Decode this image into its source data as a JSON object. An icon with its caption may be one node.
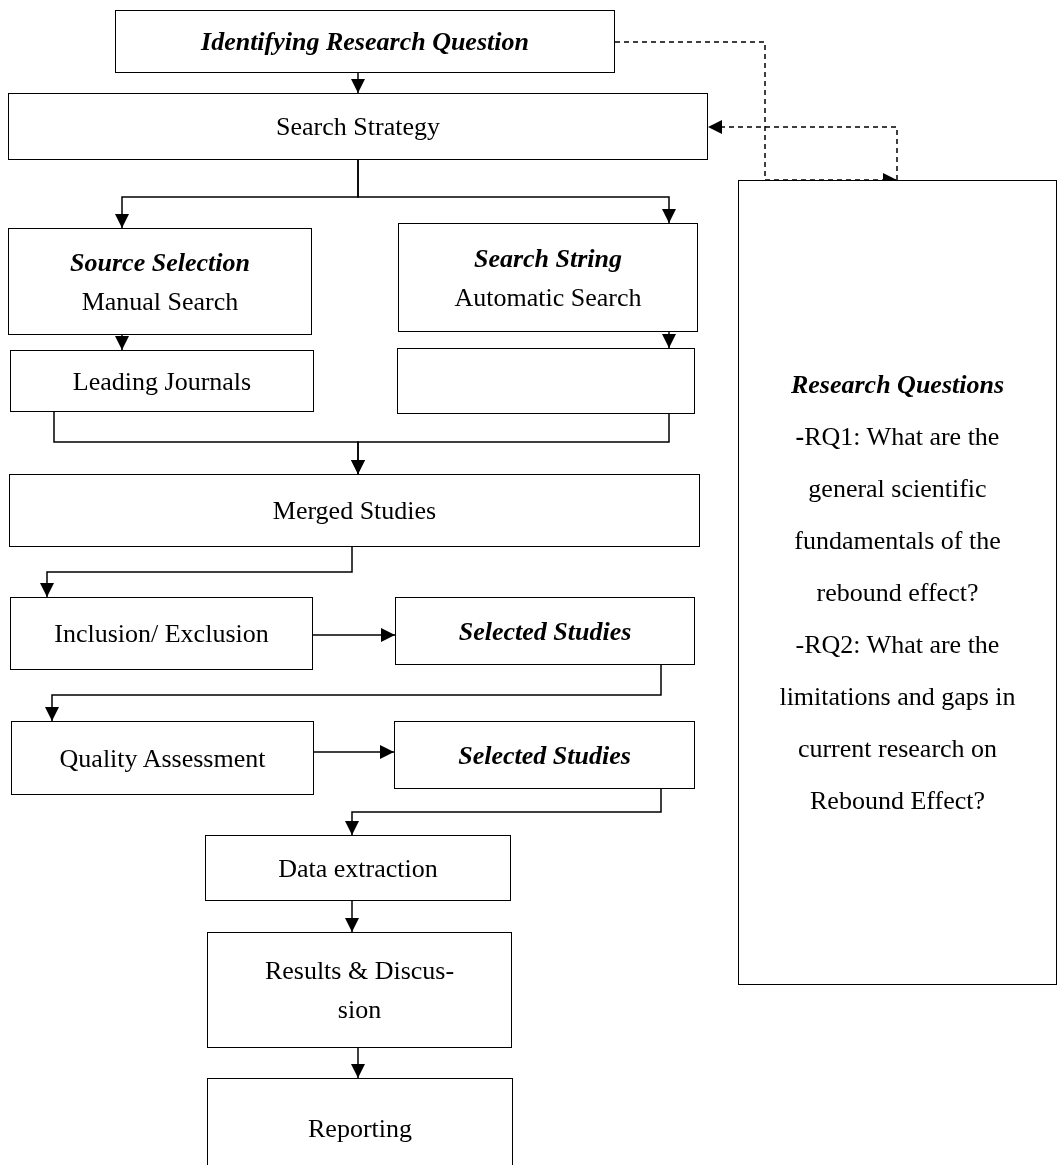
{
  "diagram": {
    "nodes": [
      {
        "text": [
          "Identifying Research Question"
        ]
      },
      {
        "text": [
          "Search Strategy"
        ]
      },
      {
        "text": [
          "Source Selection",
          "Manual Search"
        ]
      },
      {
        "text": [
          "Search String",
          "Automatic Search"
        ]
      },
      {
        "text": [
          "Leading Journals"
        ]
      },
      {
        "text": [],
        "shape": "box"
      },
      {
        "text": [
          "Merged Studies"
        ]
      },
      {
        "text": [
          "Inclusion/ Exclusion"
        ]
      },
      {
        "text": [
          "Selected Studies"
        ]
      },
      {
        "text": [
          "Quality Assessment"
        ]
      },
      {
        "text": [
          "Selected Studies"
        ]
      },
      {
        "text": [
          "Data extraction"
        ]
      },
      {
        "text": [
          "Results & Discus- sion"
        ]
      },
      {
        "text": [
          "Reporting"
        ]
      },
      {
        "text": [
          "Research Questions",
          "**-**RQ1: What are the general scientific fundamentals of the rebound effect?",
          "-RQ2: What are the limitations and gaps in current research on Rebound Effect?"
        ]
      }
    ],
    "edges": [
      {
        "from": 0,
        "to": 1,
        "arrow": "to"
      },
      {
        "from": 1,
        "to": 2,
        "arrow": "to"
      },
      {
        "from": 1,
        "to": 3,
        "arrow": "to"
      },
      {
        "from": 2,
        "to": 4,
        "arrow": "to"
      },
      {
        "from": 3,
        "to": 5,
        "arrow": "to"
      },
      {
        "from": 4,
        "to": 6,
        "arrow": "to"
      },
      {
        "from": 5,
        "to": 6,
        "arrow": "to"
      },
      {
        "from": 6,
        "to": 7,
        "arrow": "to"
      },
      {
        "from": 7,
        "to": 8,
        "arrow": "to"
      },
      {
        "from": 8,
        "to": 9,
        "arrow": "to"
      },
      {
        "from": 9,
        "to": 10,
        "arrow": "to"
      },
      {
        "from": 10,
        "to": 11,
        "arrow": "to"
      },
      {
        "from": 11,
        "to": 12,
        "arrow": "to"
      },
      {
        "from": 12,
        "to": 13,
        "arrow": "to"
      },
      {
        "from": 0,
        "to": 14,
        "arrow": "to",
        "style": "dashed"
      },
      {
        "from": 14,
        "to": 1,
        "arrow": "to",
        "style": "dashed"
      }
    ]
  }
}
